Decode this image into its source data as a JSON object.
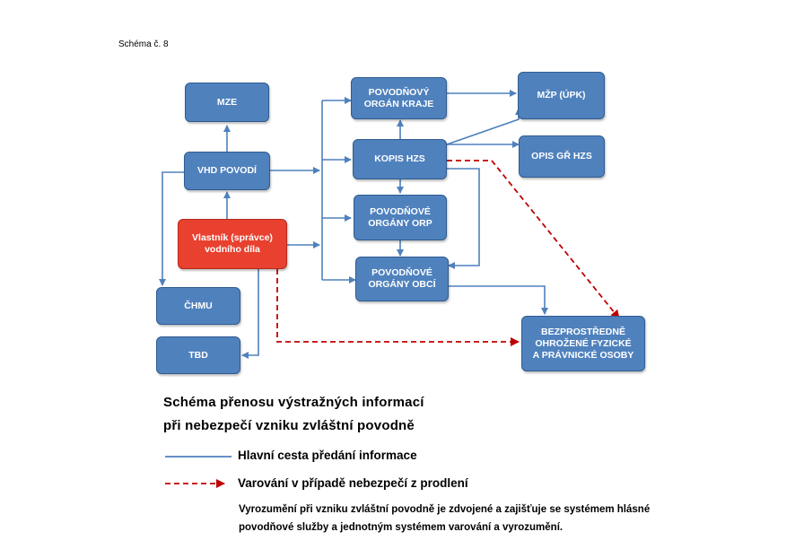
{
  "schema_label": "Schéma č. 8",
  "nodes": {
    "mze": "MZE",
    "vhd": "VHD POVODÍ",
    "vlastnik": "Vlastník (správce)\nvodního díla",
    "chmu": "ČHMU",
    "tbd": "TBD",
    "kraj": "POVODŇOVÝ\nORGÁN KRAJE",
    "kopis": "KOPIS HZS",
    "orp": "POVODŇOVÉ\nORGÁNY ORP",
    "obce": "POVODŇOVÉ\nORGÁNY OBCÍ",
    "mzp": "MŽP (ÚPK)",
    "gr": "OPIS GŘ HZS",
    "osoby": "BEZPROSTŘEDNĚ\nOHROŽENÉ FYZICKÉ\nA PRÁVNICKÉ OSOBY"
  },
  "title_line1": "Schéma přenosu výstražných informací",
  "title_line2": "při nebezpečí vzniku zvláštní povodně",
  "legend": {
    "main": "Hlavní cesta předání informace",
    "warning": "Varování v případě nebezpečí z prodlení"
  },
  "note_line1": "Vyrozumění při vzniku zvláštní povodně je zdvojené a zajišťuje se systémem hlásné",
  "note_line2": "povodňové služby a jednotným systémem varování a vyrozumění.",
  "colors": {
    "box_fill": "#4f81bd",
    "box_red": "#e8412f",
    "arrow_main": "#4f81bd",
    "arrow_warning": "#c00000"
  }
}
